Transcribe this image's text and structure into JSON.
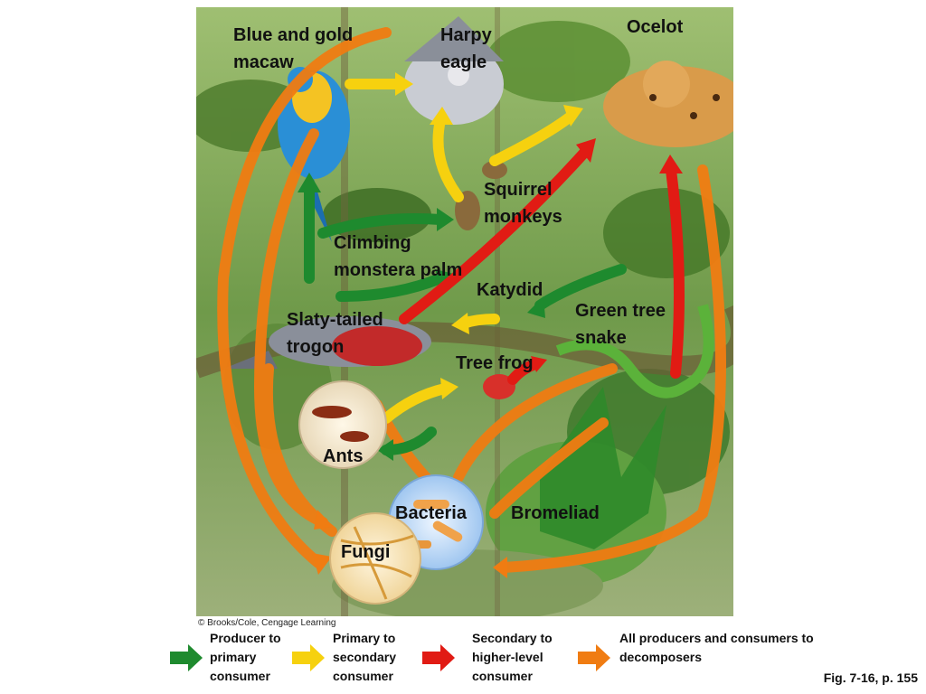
{
  "diagram": {
    "labels": {
      "macaw": "Blue and gold\nmacaw",
      "eagle": "Harpy\neagle",
      "ocelot": "Ocelot",
      "monkeys": "Squirrel\nmonkeys",
      "monstera": "Climbing\nmonstera palm",
      "katydid": "Katydid",
      "snake": "Green tree\nsnake",
      "trogon": "Slaty-tailed\ntrogon",
      "frog": "Tree frog",
      "ants": "Ants",
      "bacteria": "Bacteria",
      "bromeliad": "Bromeliad",
      "fungi": "Fungi"
    },
    "arrow_colors": {
      "producer_to_primary": "#1e8a2e",
      "primary_to_secondary": "#f6d10f",
      "secondary_to_higher": "#e11b14",
      "to_decomposers": "#f07c12"
    }
  },
  "credit": "© Brooks/Cole, Cengage Learning",
  "legend": [
    {
      "text": "Producer to\nprimary\nconsumer",
      "color": "#1e8a2e"
    },
    {
      "text": "Primary to\nsecondary\nconsumer",
      "color": "#f6d10f"
    },
    {
      "text": "Secondary to\nhigher-level\nconsumer",
      "color": "#e11b14"
    },
    {
      "text": "All producers and consumers to\ndecomposers",
      "color": "#f07c12"
    }
  ],
  "figure_ref": "Fig. 7-16, p. 155"
}
